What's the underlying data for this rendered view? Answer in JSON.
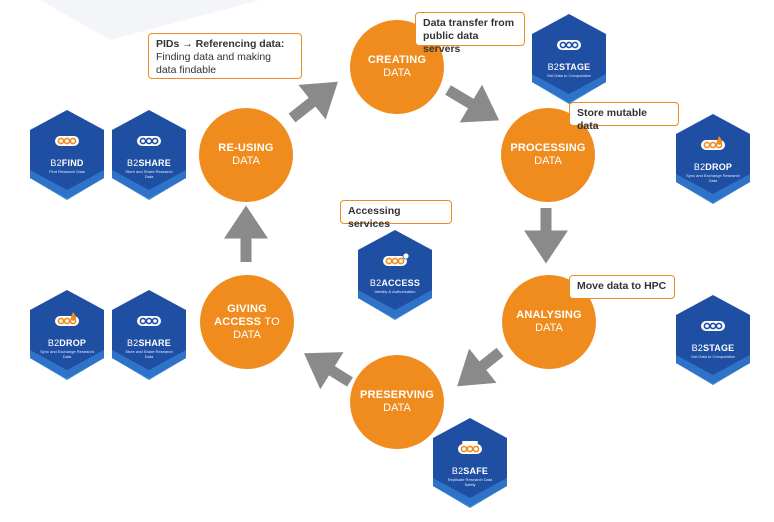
{
  "stages": {
    "creating": {
      "line1": "CREATING",
      "line2": "DATA"
    },
    "processing": {
      "line1": "PROCESSING",
      "line2": "DATA"
    },
    "analysing": {
      "line1": "ANALYSING",
      "line2": "DATA"
    },
    "preserving": {
      "line1": "PRESERVING",
      "line2": "DATA"
    },
    "giving": {
      "line1a": "GIVING",
      "line1b": "ACCESS",
      "line1c": "TO",
      "line2": "DATA"
    },
    "reusing": {
      "line1": "RE-USING",
      "line2": "DATA"
    }
  },
  "callouts": {
    "pids": {
      "strong": "PIDs → Referencing data:",
      "text": "Finding data and making data findable"
    },
    "transfer": {
      "strong": "Data transfer from public data servers"
    },
    "mutable": {
      "strong": "Store mutable data"
    },
    "hpc": {
      "strong": "Move data to HPC"
    },
    "access": {
      "strong": "Accessing services"
    }
  },
  "services": {
    "b2find": {
      "prefix": "B2",
      "name": "FIND",
      "sub": "Find Research Data"
    },
    "b2share_top": {
      "prefix": "B2",
      "name": "SHARE",
      "sub": "Store and Share Research Data"
    },
    "b2stage_top": {
      "prefix": "B2",
      "name": "STAGE",
      "sub": "Get Data to Computation"
    },
    "b2drop_right": {
      "prefix": "B2",
      "name": "DROP",
      "sub": "Sync and Exchange Research Data"
    },
    "b2access": {
      "prefix": "B2",
      "name": "ACCESS",
      "sub": "Identity & Authorisation"
    },
    "b2drop_left": {
      "prefix": "B2",
      "name": "DROP",
      "sub": "Sync and Exchange Research Data"
    },
    "b2share_bottom": {
      "prefix": "B2",
      "name": "SHARE",
      "sub": "Store and Share Research Data"
    },
    "b2stage_bottom": {
      "prefix": "B2",
      "name": "STAGE",
      "sub": "Get Data to Computation"
    },
    "b2safe": {
      "prefix": "B2",
      "name": "SAFE",
      "sub": "Replicate Research Data Safely"
    }
  },
  "colors": {
    "orange": "#f08c1e",
    "hex_blue": "#1f4fa3",
    "hex_light": "#2f73c9",
    "arrow_grey": "#8a8a8a",
    "callout_border": "#f08c1e"
  }
}
